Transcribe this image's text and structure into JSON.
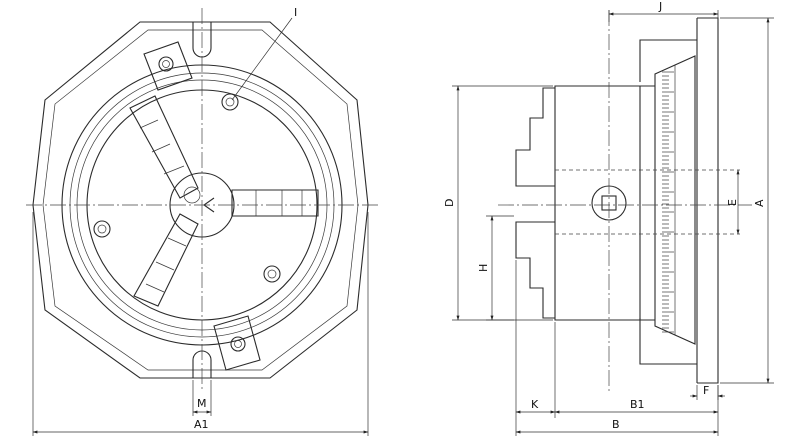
{
  "labels": {
    "I": "I",
    "M": "M",
    "A1": "A1",
    "J": "J",
    "D": "D",
    "H": "H",
    "E": "E",
    "A": "A",
    "F": "F",
    "K": "K",
    "B1": "B1",
    "B": "B"
  }
}
